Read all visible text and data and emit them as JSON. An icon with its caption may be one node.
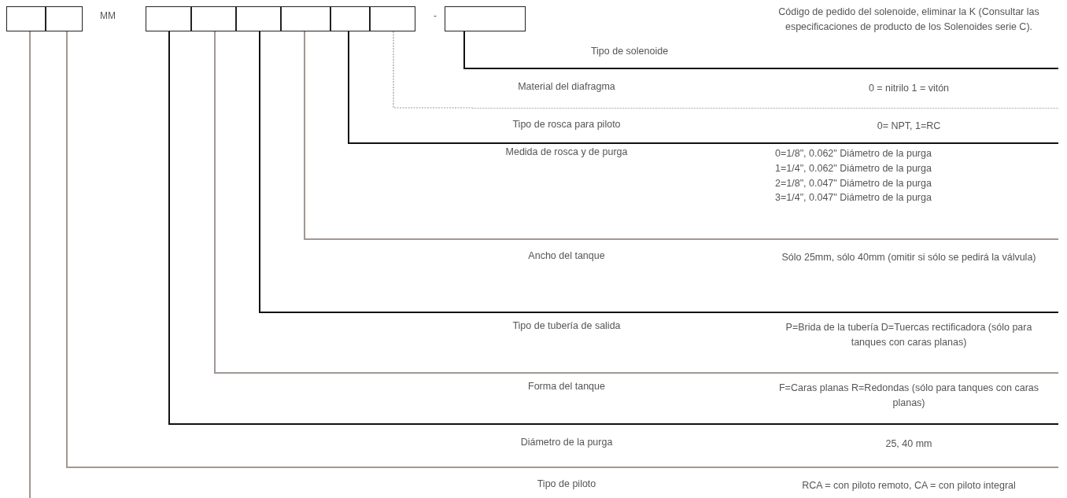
{
  "diagram": {
    "nodes": [
      {
        "text": [],
        "shape": "box"
      },
      {
        "text": [],
        "shape": "box"
      },
      {
        "text": [],
        "shape": "box"
      },
      {
        "text": [],
        "shape": "box"
      },
      {
        "text": [],
        "shape": "box"
      },
      {
        "text": [],
        "shape": "box"
      },
      {
        "text": [],
        "shape": "box"
      },
      {
        "text": [],
        "shape": "box"
      },
      {
        "text": [],
        "shape": "box"
      },
      {
        "text": [
          "Tipo de solenoide",
          "Código de pedido del solenoide, eliminar la K (Consultar las especificaciones de producto de los Solenoides serie C)."
        ]
      },
      {
        "text": [
          "Material del diafragma",
          "0 = nitrilo 1 = vitón"
        ]
      },
      {
        "text": [
          "Tipo de rosca para piloto",
          "0= NPT, 1=RC"
        ]
      },
      {
        "text": [
          "Medida de rosca y de purga",
          "0=1/8\", 0.062\" Diámetro de la purga",
          "1=1/4\", 0.062\" Diámetro de la purga",
          "2=1/8\", 0.047\" Diámetro de la purga",
          "3=1/4\", 0.047\" Diámetro de la purga"
        ]
      },
      {
        "text": [
          "Ancho del tanque",
          "Sólo 25mm, sólo 40mm (omitir si sólo se pedirá la válvula)"
        ]
      },
      {
        "text": [
          "Tipo de tubería de salida",
          "P=Brida de la tubería D=Tuercas rectificadora (sólo para tanques con caras planas)"
        ]
      },
      {
        "text": [
          "Forma del tanque",
          "F=Caras planas R=Redondas (sólo para tanques con caras planas)"
        ]
      },
      {
        "text": [
          "Diámetro de la purga",
          "25, 40 mm"
        ]
      },
      {
        "text": [
          "Tipo de piloto",
          "RCA = con piloto remoto, CA = con piloto integral"
        ]
      }
    ],
    "edges": [
      {
        "from": 8,
        "to": 9,
        "arrow": "none",
        "color": "#111111"
      },
      {
        "from": 7,
        "to": 10,
        "arrow": "none",
        "style": "dashed"
      },
      {
        "from": 6,
        "to": 11,
        "arrow": "none",
        "color": "#111111"
      },
      {
        "from": 5,
        "to": 12,
        "arrow": "none"
      },
      {
        "from": 4,
        "to": 13,
        "arrow": "none",
        "color": "#111111"
      },
      {
        "from": 3,
        "to": 14,
        "arrow": "none"
      },
      {
        "from": 2,
        "to": 15,
        "arrow": "none",
        "color": "#111111"
      },
      {
        "from": 1,
        "to": 16,
        "arrow": "none"
      },
      {
        "from": 0,
        "to": null,
        "arrow": "none"
      }
    ],
    "labels": [
      "MM",
      "-"
    ]
  }
}
